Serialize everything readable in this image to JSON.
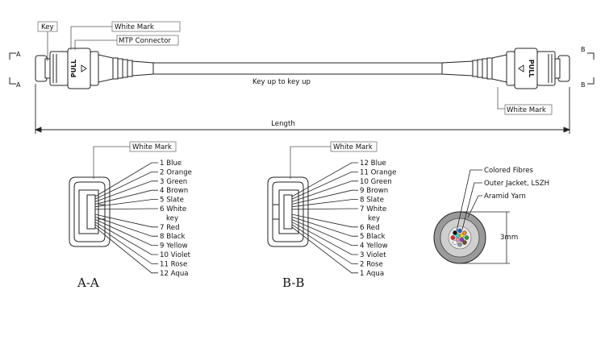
{
  "labels": {
    "key": "Key",
    "white_mark_left": "White Mark",
    "mtp_connector": "MTP Connector",
    "white_mark_right": "White Mark",
    "key_up": "Key up to key up",
    "length": "Length",
    "end_a_top": "A",
    "end_a_bottom": "A",
    "end_b_top": "B",
    "end_b_bottom": "B",
    "pull": "PULL",
    "white_mark_aa": "White Mark",
    "white_mark_bb": "White Mark",
    "section_aa": "A-A",
    "section_bb": "B-B",
    "colored_fibres": "Colored Fibres",
    "outer_jacket": "Outer Jacket, LSZH",
    "aramid_yarn": "Aramid Yarn",
    "diameter": "3mm"
  },
  "fibers_a": [
    "1 Blue",
    "2 Orange",
    "3 Green",
    "4 Brown",
    "5 Slate",
    "6 White",
    "key",
    "7 Red",
    "8 Black",
    "9 Yellow",
    "10 Violet",
    "11 Rose",
    "12 Aqua"
  ],
  "fibers_b": [
    "12 Blue",
    "11 Orange",
    "10 Green",
    "9 Brown",
    "8 Slate",
    "7 White",
    "key",
    "6 Red",
    "5 Black",
    "4 Yellow",
    "3 Violet",
    "2 Rose",
    "1 Aqua"
  ],
  "colors": {
    "line": "#222222",
    "jacket": "#9a9a9a",
    "fiber_colors": [
      "#1f5fd1",
      "#f08a1c",
      "#2d9a3a",
      "#7a4b21",
      "#8c99a3",
      "#f4f4f4",
      "#d92b2b",
      "#111111",
      "#f2d21c",
      "#8a3fc7",
      "#f28db0",
      "#3fd0d0"
    ]
  }
}
